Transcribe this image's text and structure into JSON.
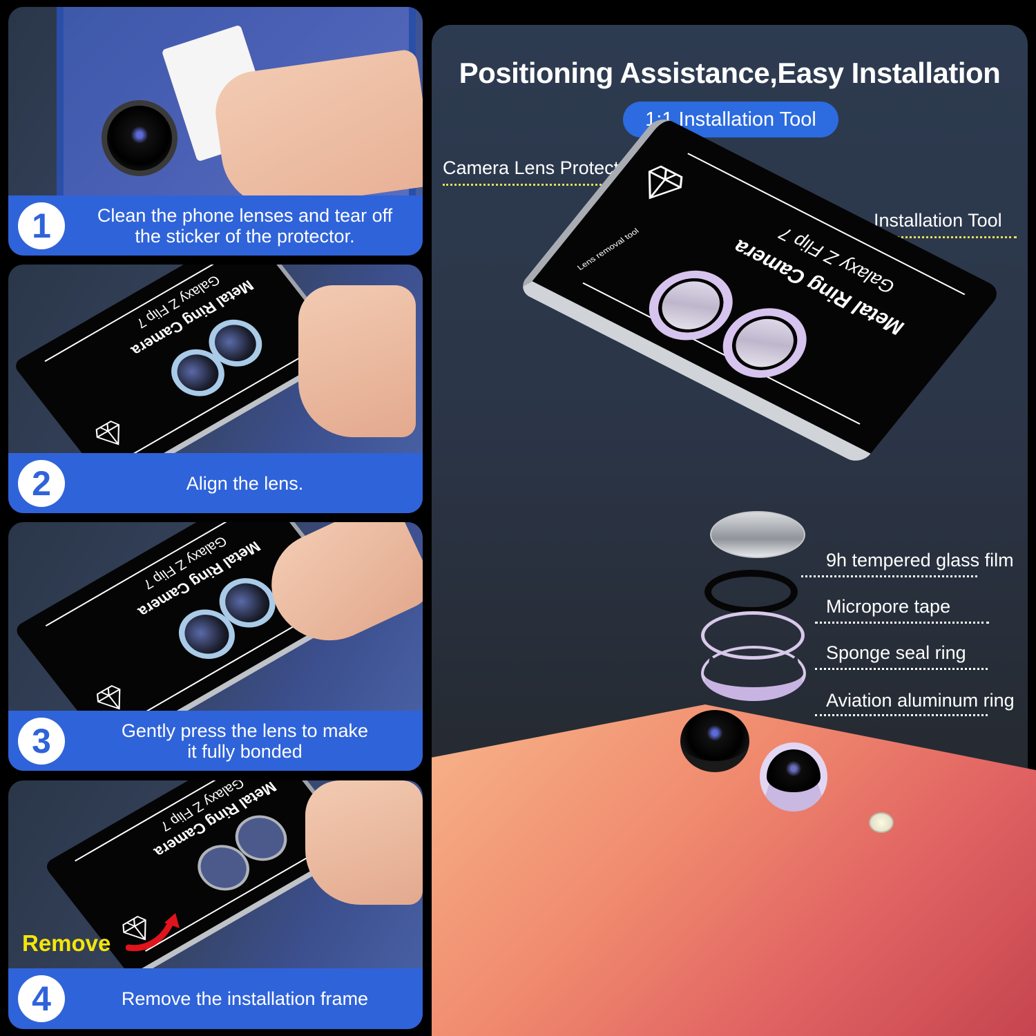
{
  "steps": [
    {
      "number": "1",
      "caption_line1": "Clean the phone lenses and tear off",
      "caption_line2": "the sticker of the protector."
    },
    {
      "number": "2",
      "caption_line1": "Align the lens.",
      "caption_line2": ""
    },
    {
      "number": "3",
      "caption_line1": "Gently press the lens to make",
      "caption_line2": "it fully bonded"
    },
    {
      "number": "4",
      "caption_line1": "Remove the installation frame",
      "caption_line2": "",
      "callout": "Remove"
    }
  ],
  "tool_card": {
    "brand_text": "Metal Ring Camera",
    "model_text": "Galaxy Z Flip 7",
    "edge_text": "Lens removal tool"
  },
  "right_panel": {
    "title": "Positioning Assistance,Easy Installation",
    "pill": "1:1 Installation Tool",
    "labels": {
      "camera_lens_protector": "Camera Lens Protector",
      "installation_tool": "Installation Tool"
    },
    "layers": [
      {
        "label": "9h tempered glass film"
      },
      {
        "label": "Micropore tape"
      },
      {
        "label": "Sponge seal ring"
      },
      {
        "label": "Aviation aluminum ring"
      }
    ]
  },
  "colors": {
    "caption_blue": "#2f63d9",
    "pill_blue": "#2c6be0",
    "panel_bg": "#2b3547",
    "leader_yellow": "#e8e05a",
    "leader_white": "#ffffff",
    "remove_yellow": "#f5e50a",
    "remove_arrow_red": "#e0141c",
    "ring_lilac": "#d6c3ee",
    "ring_blue": "#a9cbe8",
    "phone_coral": "#f08a6e"
  }
}
